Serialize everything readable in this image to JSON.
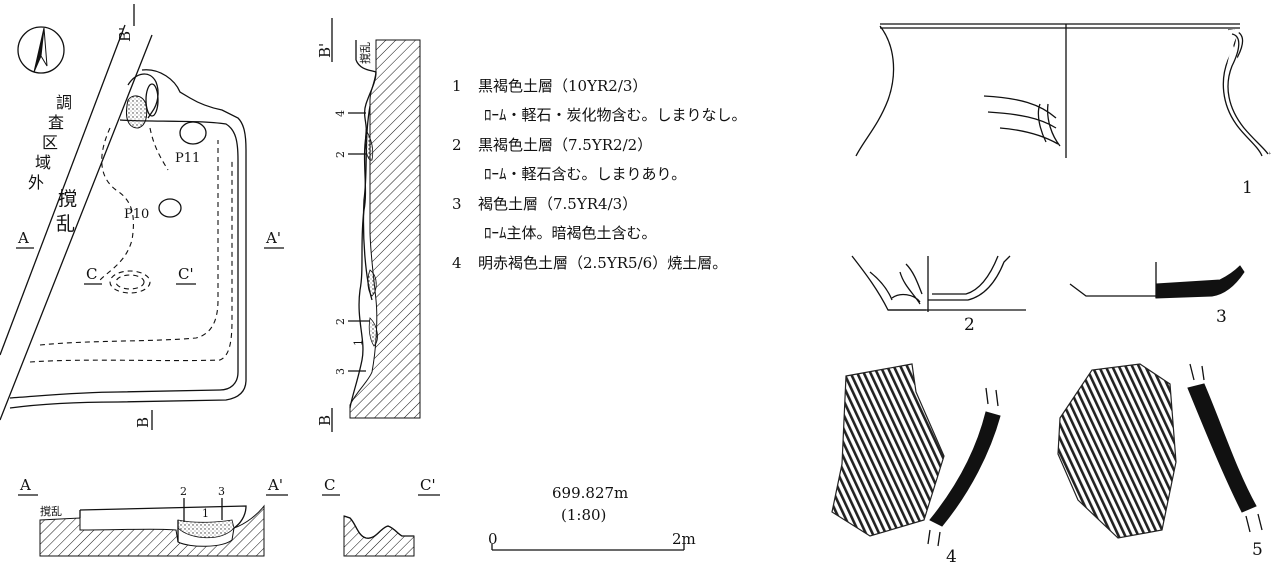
{
  "plan": {
    "outside_area_label": "調査区域外",
    "disturbed_label": "撹乱",
    "pit_labels": [
      "P11",
      "P10"
    ],
    "section_markers": {
      "a": "A",
      "a_prime": "A'",
      "b": "B",
      "b_prime": "B'",
      "c": "C",
      "c_prime": "C'"
    },
    "north_arrow": "north-arrow"
  },
  "section_bb": {
    "label_top": "B'",
    "label_bottom": "B",
    "disturbed_label": "撹乱",
    "layer_numbers": [
      "4",
      "2",
      "2",
      "1",
      "3"
    ]
  },
  "section_aa": {
    "label_left": "A",
    "label_right": "A'",
    "disturbed_label": "撹乱",
    "layer_numbers": [
      "2",
      "3",
      "1"
    ]
  },
  "section_cc": {
    "label_left": "C",
    "label_right": "C'"
  },
  "legend": {
    "layers": [
      {
        "num": "1",
        "name": "黒褐色土層（10YR2/3）",
        "desc": "ﾛｰﾑ・軽石・炭化物含む。しまりなし。"
      },
      {
        "num": "2",
        "name": "黒褐色土層（7.5YR2/2）",
        "desc": "ﾛｰﾑ・軽石含む。しまりあり。"
      },
      {
        "num": "3",
        "name": "褐色土層（7.5YR4/3）",
        "desc": "ﾛｰﾑ主体。暗褐色土含む。"
      },
      {
        "num": "4",
        "name": "明赤褐色土層（2.5YR5/6）焼土層。",
        "desc": ""
      }
    ]
  },
  "scale": {
    "elevation": "699.827m",
    "ratio": "(1:80)",
    "start": "0",
    "end": "2m"
  },
  "artifacts": {
    "numbers": [
      "1",
      "2",
      "3",
      "4",
      "5"
    ]
  }
}
